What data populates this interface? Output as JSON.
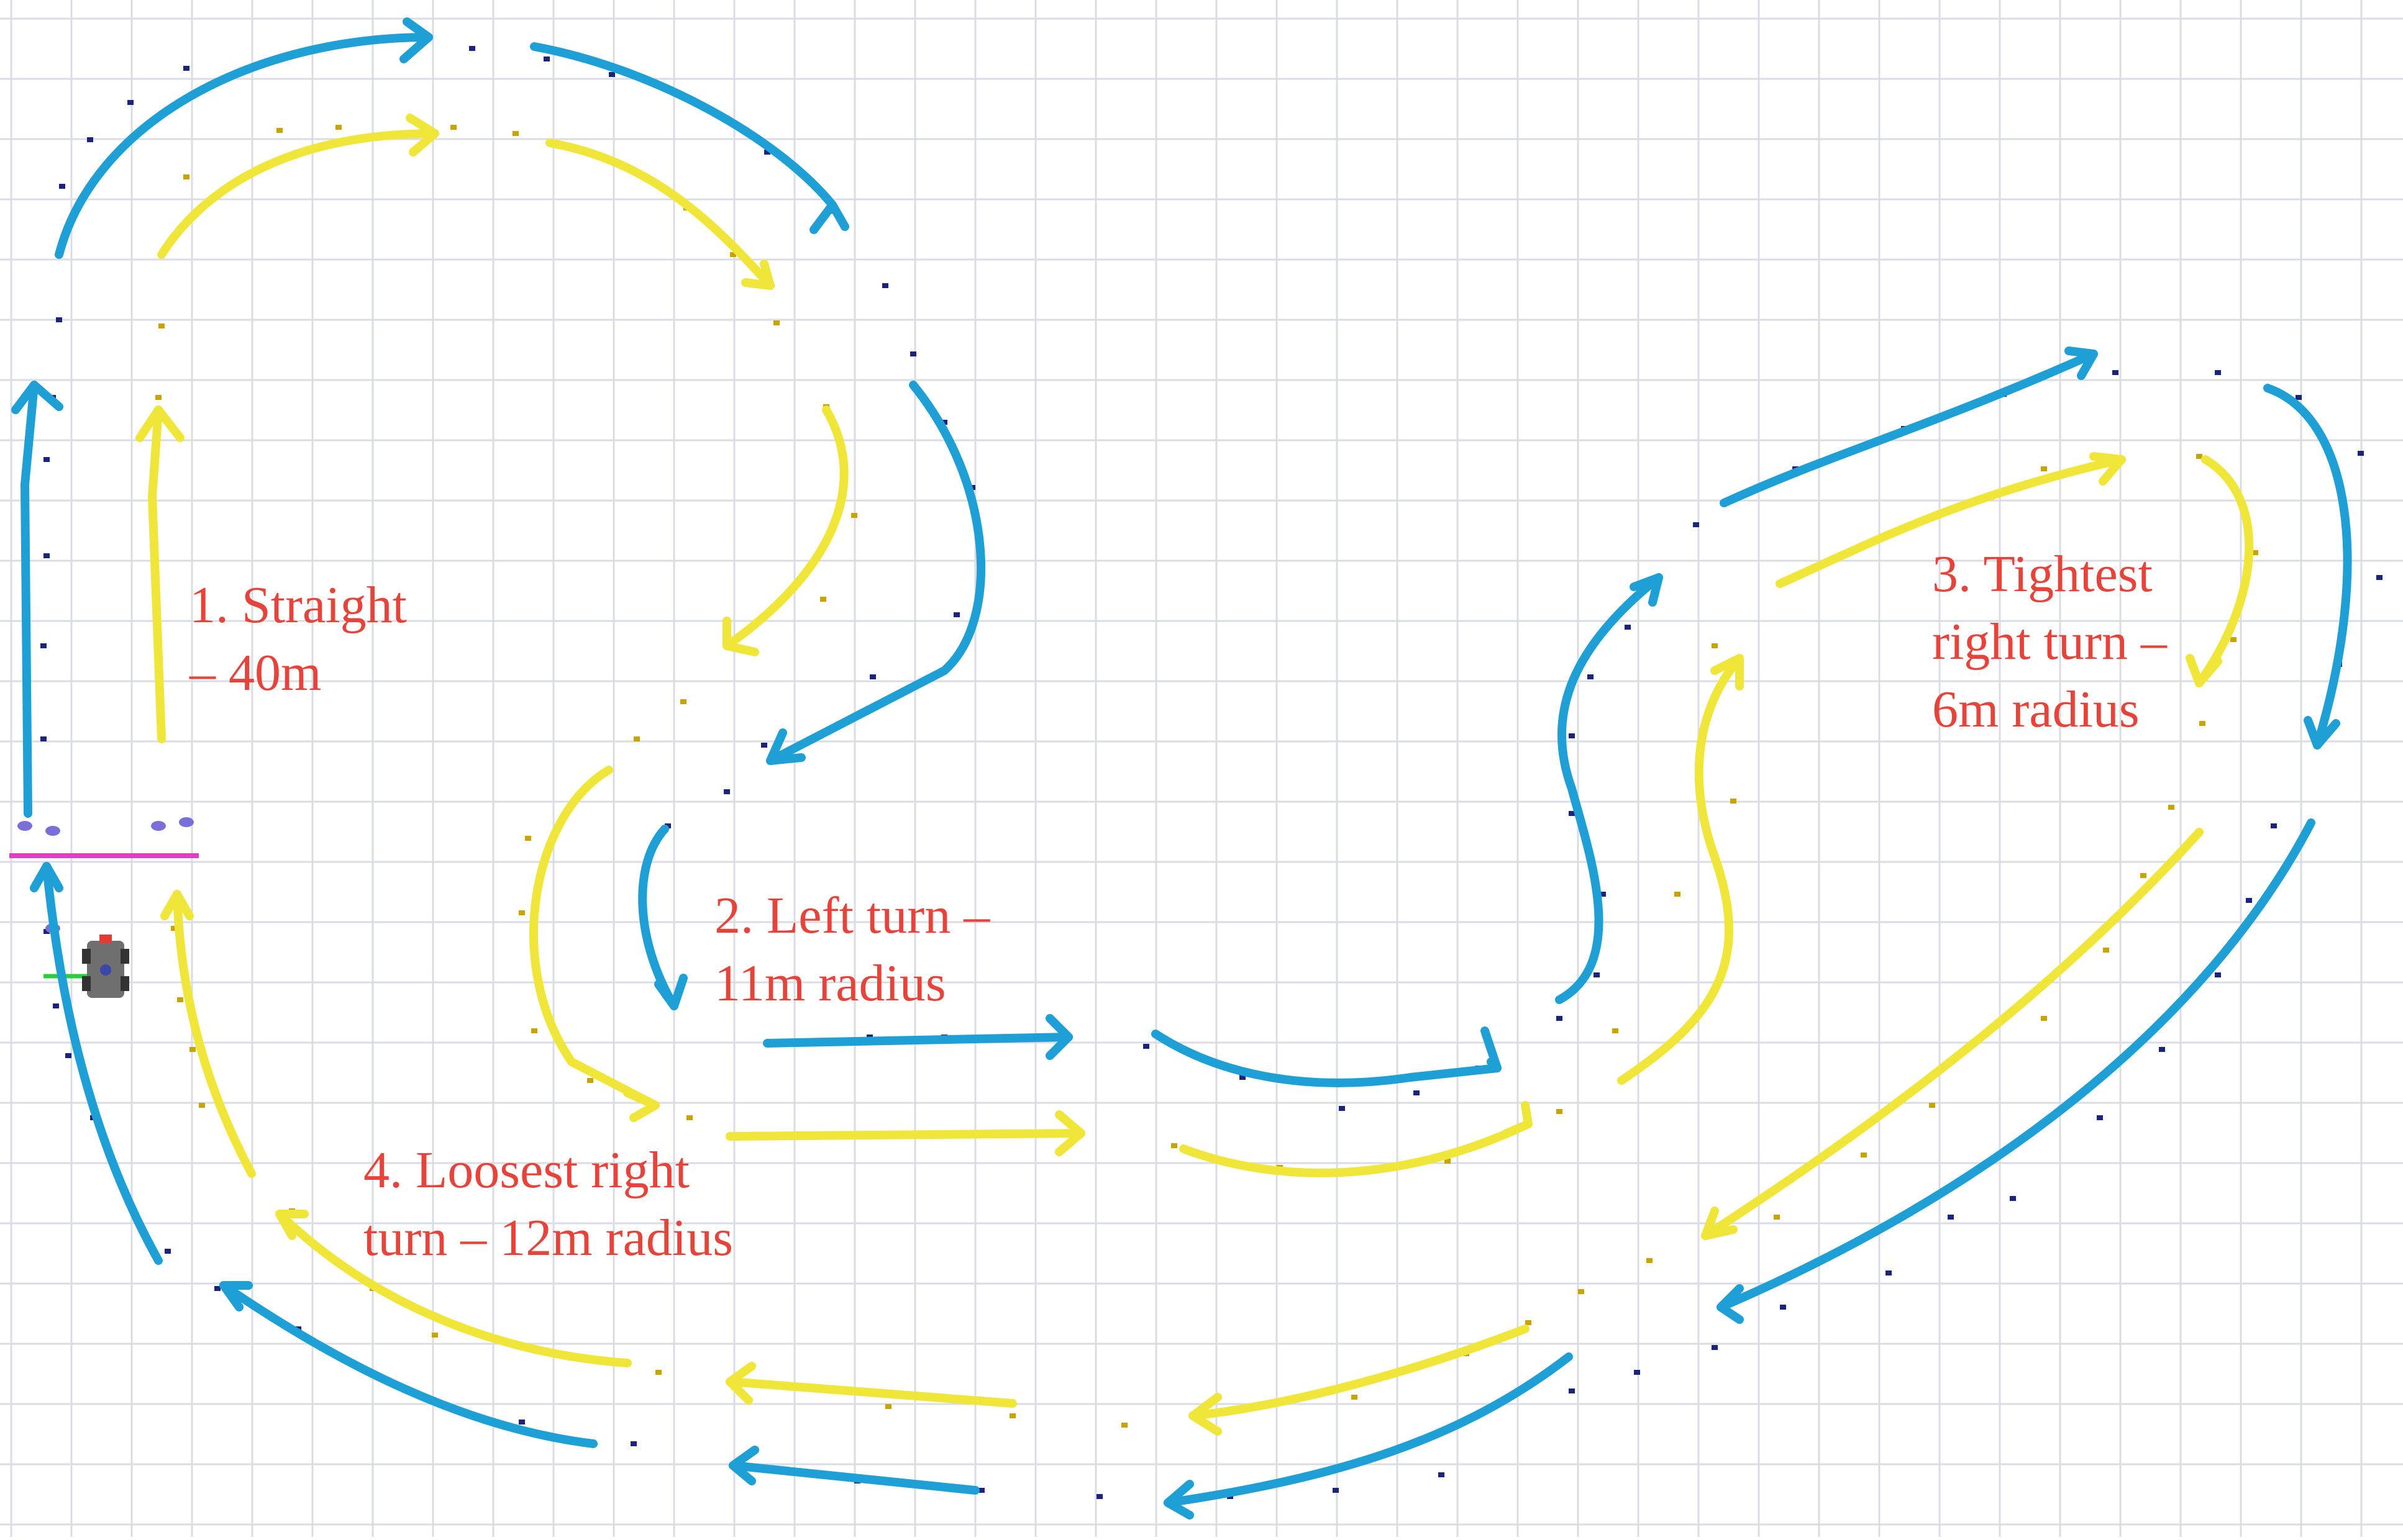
{
  "colors": {
    "background": "#ffffff",
    "grid": "#d9dde3",
    "blue": "#1e9fd6",
    "yellow": "#f0e63a",
    "label": "#e8433a",
    "cone_blue": "#1a237e",
    "cone_yellow": "#c9a400",
    "start_line": "#e040c0",
    "car_body": "#6f6f6f",
    "car_axis_green": "#2ecc40",
    "car_axis_red": "#e53935"
  },
  "labels": {
    "straight": "1. Straight\n– 40m",
    "left_turn": "2. Left turn –\n11m radius",
    "tightest_turn": "3. Tightest\nright turn –\n6m radius",
    "loosest_turn": "4. Loosest right\nturn – 12m radius"
  }
}
